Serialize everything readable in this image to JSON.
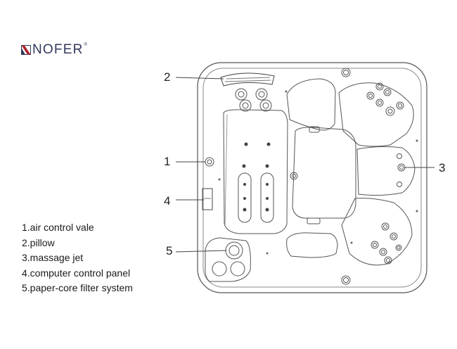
{
  "brand": {
    "name": "NOFER",
    "registered": "®"
  },
  "callouts": [
    "2",
    "1",
    "3",
    "4",
    "5"
  ],
  "legend": [
    "1.air control vale",
    "2.pillow",
    "3.massage jet",
    "4.computer control panel",
    "5.paper-core filter system"
  ],
  "colors": {
    "brand": "#333a5c",
    "accent": "#b0272f",
    "line": "#555555"
  }
}
